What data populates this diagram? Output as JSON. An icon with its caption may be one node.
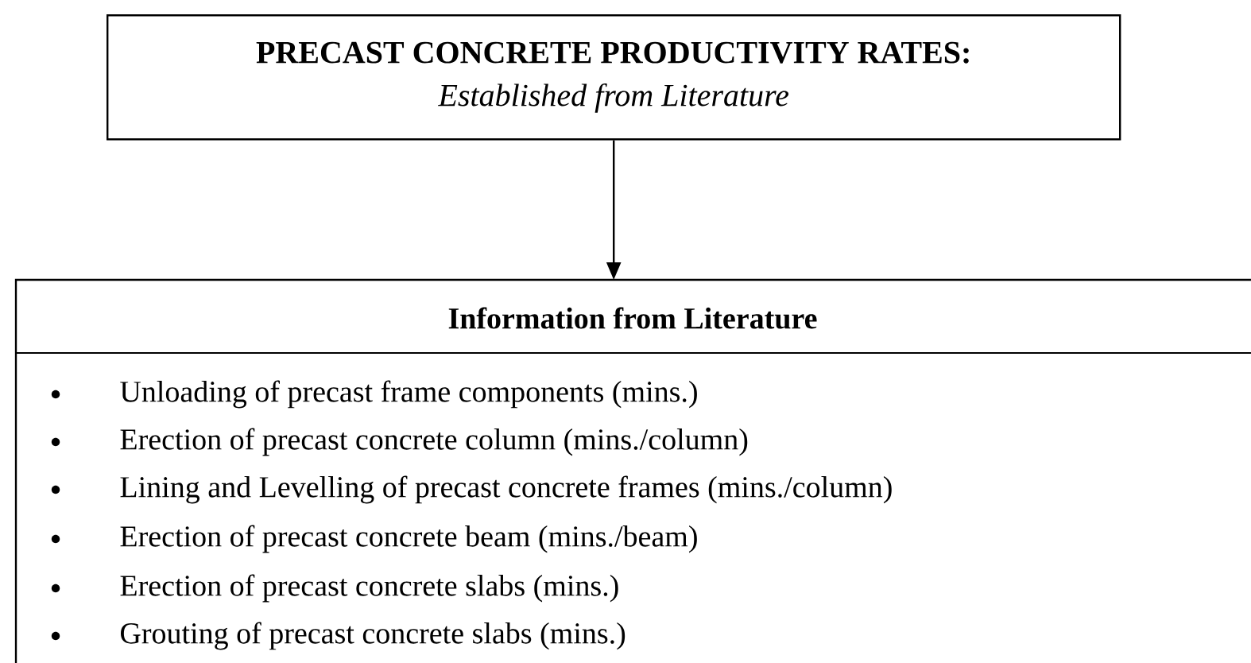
{
  "diagram": {
    "nodes": [
      {
        "text": [
          "PRECAST CONCRETE PRODUCTIVITY RATES:",
          "Established from Literature"
        ]
      },
      {
        "text": [
          "Information from Literature",
          "Unloading of precast frame components (mins.)",
          "Erection of precast concrete column (mins./column)",
          "Lining and Levelling of precast concrete frames  (mins./column)",
          "Erection of precast concrete beam (mins./beam)",
          "Erection of precast concrete slabs (mins.)",
          "Grouting of precast concrete slabs (mins.)"
        ]
      }
    ],
    "edges": [
      {
        "from": 0,
        "to": 1,
        "arrow": "to"
      }
    ]
  }
}
